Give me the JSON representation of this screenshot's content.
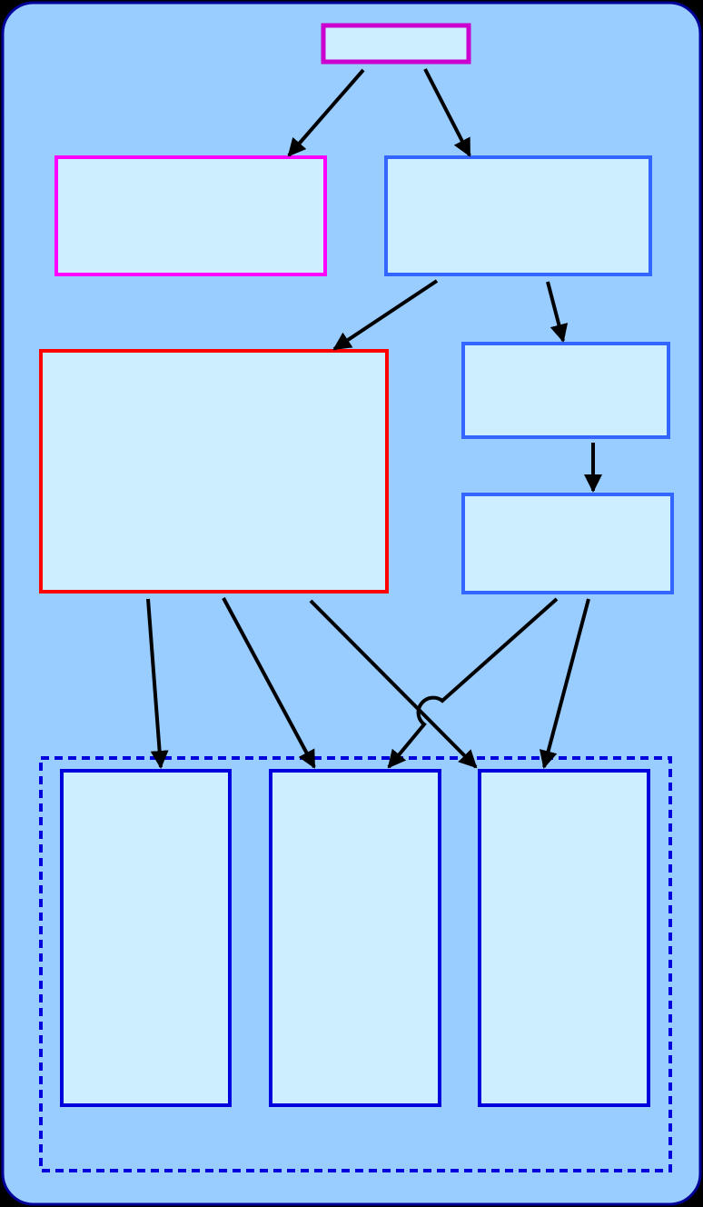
{
  "colors": {
    "page_background": "#000000",
    "panel_fill": "#99ccff",
    "panel_border": "#000099",
    "node_fill": "#cceeff",
    "root_border": "#cc00cc",
    "magenta_border": "#ff00ff",
    "blue_border": "#3366ff",
    "red_border": "#ff0000",
    "dark_blue_border": "#0000dd",
    "group_border": "#0000dd",
    "arrow": "#000000"
  },
  "nodes": {
    "root": {
      "label": ""
    },
    "left_child": {
      "label": ""
    },
    "right_child": {
      "label": ""
    },
    "red_block": {
      "label": ""
    },
    "right_step_1": {
      "label": ""
    },
    "right_step_2": {
      "label": ""
    },
    "output_1": {
      "label": ""
    },
    "output_2": {
      "label": ""
    },
    "output_3": {
      "label": ""
    }
  },
  "group": {
    "label": ""
  },
  "edges": [
    {
      "from": "root",
      "to": "left_child"
    },
    {
      "from": "root",
      "to": "right_child"
    },
    {
      "from": "right_child",
      "to": "red_block"
    },
    {
      "from": "right_child",
      "to": "right_step_1"
    },
    {
      "from": "right_step_1",
      "to": "right_step_2"
    },
    {
      "from": "red_block",
      "to": "output_1"
    },
    {
      "from": "red_block",
      "to": "output_2"
    },
    {
      "from": "red_block",
      "to": "output_3"
    },
    {
      "from": "right_step_2",
      "to": "output_2"
    },
    {
      "from": "right_step_2",
      "to": "output_3"
    }
  ]
}
